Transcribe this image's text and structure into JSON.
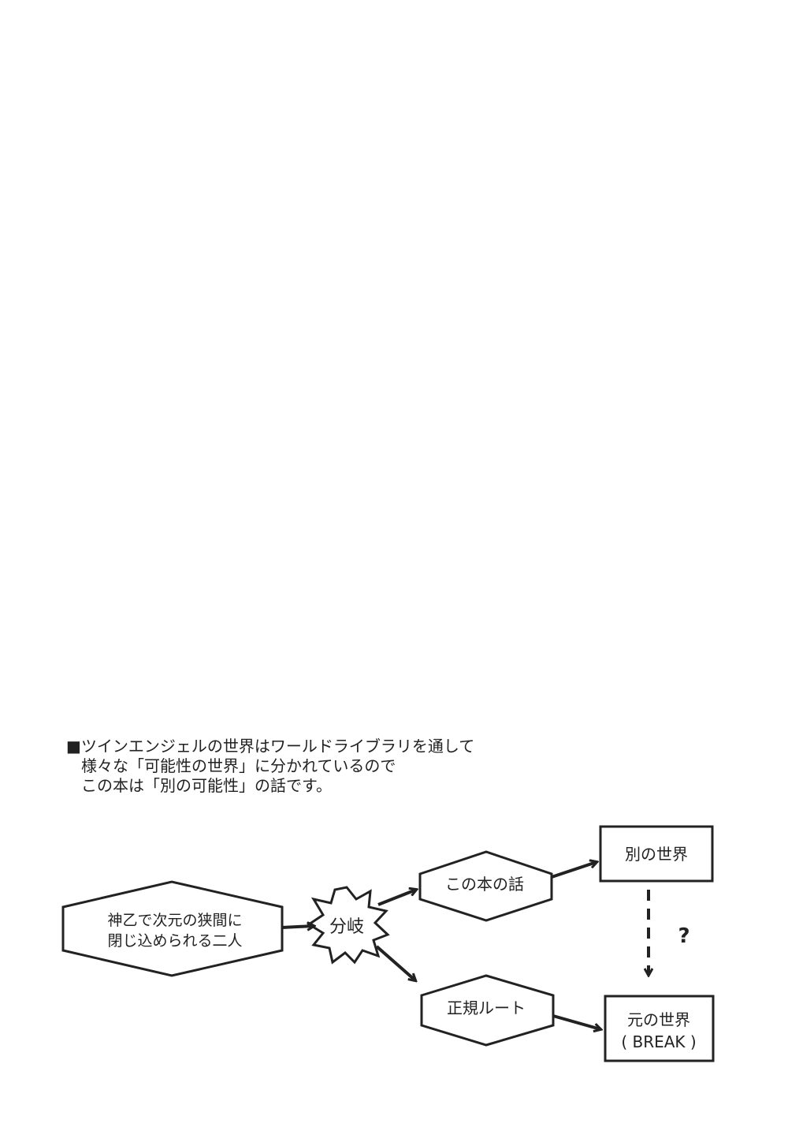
{
  "intro": {
    "bullet": "■",
    "lines": [
      "ツインエンジェルの世界はワールドライブラリを通して",
      "様々な「可能性の世界」に分かれているので",
      "この本は「別の可能性」の話です。"
    ]
  },
  "diagram": {
    "start": [
      "神乙で次元の狭間に",
      "閉じ込められる二人"
    ],
    "branch": "分岐",
    "this_story": "この本の話",
    "canon_route": "正規ルート",
    "other_world": "別の世界",
    "original_world": [
      "元の世界",
      "( BREAK )"
    ],
    "question": "?"
  }
}
